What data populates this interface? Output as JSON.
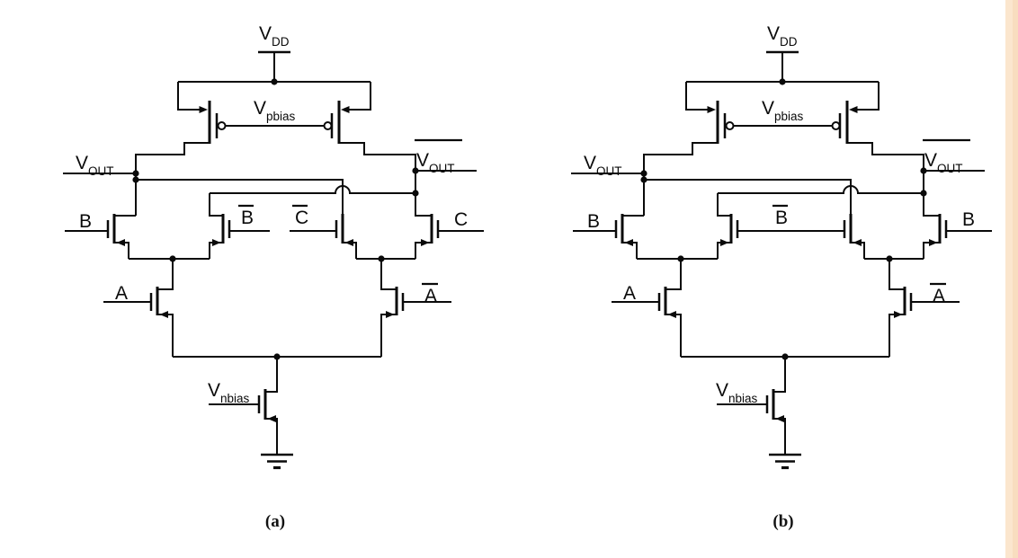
{
  "figure": {
    "type": "cmos-differential-logic-schematic",
    "background": "#ffffff",
    "line_color": "#0a0a0a",
    "edge_strip": {
      "color": "#fbe6ce",
      "edge_color": "#f8ddbf"
    },
    "circuits": [
      {
        "id": "a",
        "caption": "(a)",
        "inner_gates_joined": false,
        "labels": {
          "supply": {
            "text": "V",
            "sub": "DD"
          },
          "pbias": {
            "text": "V",
            "sub": "pbias"
          },
          "out_left": {
            "text": "V",
            "sub": "OUT"
          },
          "out_right": {
            "text": "V",
            "sub": "OUT",
            "overline": true
          },
          "outer_left": {
            "text": "B"
          },
          "inner_left": {
            "text": "B",
            "overline": true
          },
          "inner_right": {
            "text": "C",
            "overline": true
          },
          "outer_right": {
            "text": "C"
          },
          "tail_left": {
            "text": "A"
          },
          "tail_right": {
            "text": "A",
            "overline": true
          },
          "nbias": {
            "text": "V",
            "sub": "nbias"
          }
        }
      },
      {
        "id": "b",
        "caption": "(b)",
        "inner_gates_joined": true,
        "labels": {
          "supply": {
            "text": "V",
            "sub": "DD"
          },
          "pbias": {
            "text": "V",
            "sub": "pbias"
          },
          "out_left": {
            "text": "V",
            "sub": "OUT"
          },
          "out_right": {
            "text": "V",
            "sub": "OUT",
            "overline": true
          },
          "outer_left": {
            "text": "B"
          },
          "inner_left": {
            "text": "B",
            "overline": true
          },
          "inner_right": null,
          "outer_right": {
            "text": "B"
          },
          "tail_left": {
            "text": "A"
          },
          "tail_right": {
            "text": "A",
            "overline": true
          },
          "nbias": {
            "text": "V",
            "sub": "nbias"
          }
        }
      }
    ]
  }
}
